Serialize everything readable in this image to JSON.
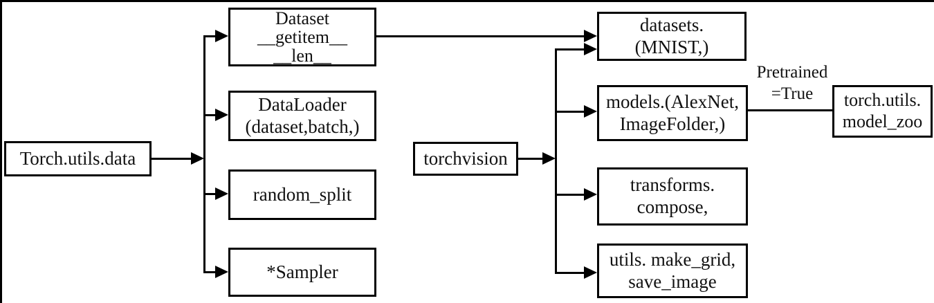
{
  "diagram": {
    "left_tree": {
      "root": {
        "label": "Torch.utils.data"
      },
      "children": {
        "dataset": {
          "lines": [
            "Dataset",
            "__getitem__",
            "__len__"
          ]
        },
        "dataloader": {
          "lines": [
            "DataLoader",
            "(dataset,batch,)"
          ]
        },
        "random_split": {
          "lines": [
            "random_split"
          ]
        },
        "sampler": {
          "lines": [
            "*Sampler"
          ]
        }
      }
    },
    "right_tree": {
      "root": {
        "label": "torchvision"
      },
      "children": {
        "datasets": {
          "lines": [
            "datasets.",
            "(MNIST,)"
          ]
        },
        "models": {
          "lines": [
            "models.(AlexNet,",
            "ImageFolder,)"
          ]
        },
        "transforms": {
          "lines": [
            "transforms.",
            "compose,"
          ]
        },
        "utils": {
          "lines": [
            "utils. make_grid,",
            "save_image"
          ]
        }
      }
    },
    "model_zoo_box": {
      "lines": [
        "torch.utils.",
        "model_zoo"
      ]
    },
    "pretrained_label": {
      "lines": [
        "Pretrained",
        "=True"
      ]
    }
  },
  "colors": {
    "line": "#000000",
    "text": "#111111",
    "background": "#ffffff"
  }
}
